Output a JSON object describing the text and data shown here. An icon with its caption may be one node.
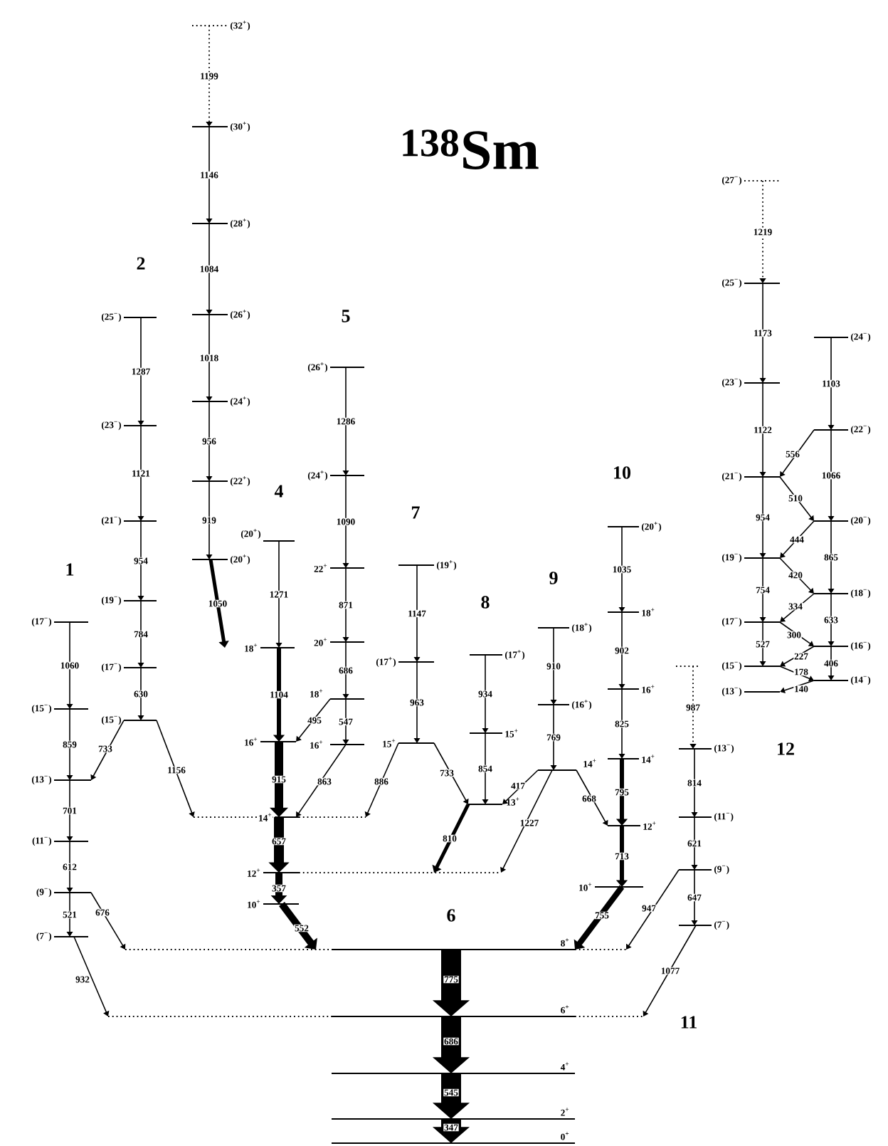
{
  "diagram": {
    "title": "$^{138}$Sm",
    "nodes": [
      {
        "text": [
          "(17$^{−}$)"
        ]
      },
      {
        "text": [
          "(15$^{−}$)"
        ]
      },
      {
        "text": [
          "(13$^{−}$)"
        ]
      },
      {
        "text": [
          "(11$^{−}$)"
        ]
      },
      {
        "text": [
          "(9$^{−}$)"
        ]
      },
      {
        "text": [
          "(7$^{−}$)"
        ]
      },
      {
        "text": [
          "(25$^{−}$)"
        ]
      },
      {
        "text": [
          "(23$^{−}$)"
        ]
      },
      {
        "text": [
          "(21$^{−}$)"
        ]
      },
      {
        "text": [
          "(19$^{−}$)"
        ]
      },
      {
        "text": [
          "(17$^{−}$)"
        ]
      },
      {
        "text": [
          "(15$^{−}$)"
        ]
      },
      {
        "text": [
          "(32$^{+}$)"
        ]
      },
      {
        "text": [
          "(30$^{+}$)"
        ]
      },
      {
        "text": [
          "(28$^{+}$)"
        ]
      },
      {
        "text": [
          "(26$^{+}$)"
        ]
      },
      {
        "text": [
          "(24$^{+}$)"
        ]
      },
      {
        "text": [
          "(22$^{+}$)"
        ]
      },
      {
        "text": [
          "(20$^{+}$)"
        ]
      },
      {
        "text": [
          "(20$^{+}$)"
        ]
      },
      {
        "text": [
          "18$^{+}$"
        ]
      },
      {
        "text": [
          "16$^{+}$"
        ]
      },
      {
        "text": [
          "14$^{+}$"
        ]
      },
      {
        "text": [
          "12$^{+}$"
        ]
      },
      {
        "text": [
          "10$^{+}$"
        ]
      },
      {
        "text": [
          "(26$^{+}$)"
        ]
      },
      {
        "text": [
          "(24$^{+}$)"
        ]
      },
      {
        "text": [
          "22$^{+}$"
        ]
      },
      {
        "text": [
          "20$^{+}$"
        ]
      },
      {
        "text": [
          "18$^{+}$"
        ]
      },
      {
        "text": [
          "16$^{+}$"
        ]
      },
      {
        "text": [
          "8$^{+}$"
        ]
      },
      {
        "text": [
          "6$^{+}$"
        ]
      },
      {
        "text": [
          "4$^{+}$"
        ]
      },
      {
        "text": [
          "2$^{+}$"
        ]
      },
      {
        "text": [
          "0$^{+}$"
        ]
      },
      {
        "text": [
          "(19$^{+}$)"
        ]
      },
      {
        "text": [
          "(17$^{+}$)"
        ]
      },
      {
        "text": [
          "15$^{+}$"
        ]
      },
      {
        "text": [
          "(17$^{+}$)"
        ]
      },
      {
        "text": [
          "15$^{+}$"
        ]
      },
      {
        "text": [
          "13$^{+}$"
        ]
      },
      {
        "text": [
          "(18$^{+}$)"
        ]
      },
      {
        "text": [
          "(16$^{+}$)"
        ]
      },
      {
        "text": [
          "14$^{+}$"
        ]
      },
      {
        "text": [
          "(20$^{+}$)"
        ]
      },
      {
        "text": [
          "18$^{+}$"
        ]
      },
      {
        "text": [
          "16$^{+}$"
        ]
      },
      {
        "text": [
          "14$^{+}$"
        ]
      },
      {
        "text": [
          "12$^{+}$"
        ]
      },
      {
        "text": [
          "10$^{+}$"
        ]
      },
      {
        "text": [
          "(13$^{−}$)"
        ]
      },
      {
        "text": [
          "(11$^{−}$)"
        ]
      },
      {
        "text": [
          "(9$^{−}$)"
        ]
      },
      {
        "text": [
          "(7$^{−}$)"
        ]
      },
      {
        "text": [
          "(27$^{−}$)"
        ]
      },
      {
        "text": [
          "(25$^{−}$)"
        ]
      },
      {
        "text": [
          "(23$^{−}$)"
        ]
      },
      {
        "text": [
          "(21$^{−}$)"
        ]
      },
      {
        "text": [
          "(19$^{−}$)"
        ]
      },
      {
        "text": [
          "(17$^{−}$)"
        ]
      },
      {
        "text": [
          "(15$^{−}$)"
        ]
      },
      {
        "text": [
          "(13$^{−}$)"
        ]
      },
      {
        "text": [
          "(24$^{−}$)"
        ]
      },
      {
        "text": [
          "(22$^{−}$)"
        ]
      },
      {
        "text": [
          "(20$^{−}$)"
        ]
      },
      {
        "text": [
          "(18$^{−}$)"
        ]
      },
      {
        "text": [
          "(16$^{−}$)"
        ]
      },
      {
        "text": [
          "(14$^{−}$)"
        ]
      }
    ],
    "edges": [
      {
        "from": 0,
        "to": 1,
        "arrow": "to",
        "label": "1060"
      },
      {
        "from": 1,
        "to": 2,
        "arrow": "to",
        "label": "859"
      },
      {
        "from": 2,
        "to": 3,
        "arrow": "to",
        "label": "701"
      },
      {
        "from": 3,
        "to": 4,
        "arrow": "to",
        "label": "612"
      },
      {
        "from": 4,
        "to": 5,
        "arrow": "to",
        "label": "521"
      },
      {
        "from": 5,
        "to": 32,
        "arrow": "to",
        "label": "932"
      },
      {
        "from": 4,
        "to": 31,
        "arrow": "to",
        "label": "676"
      },
      {
        "from": 6,
        "to": 7,
        "arrow": "to",
        "label": "1287"
      },
      {
        "from": 7,
        "to": 8,
        "arrow": "to",
        "label": "1121"
      },
      {
        "from": 8,
        "to": 9,
        "arrow": "to",
        "label": "954"
      },
      {
        "from": 9,
        "to": 10,
        "arrow": "to",
        "label": "784"
      },
      {
        "from": 10,
        "to": 11,
        "arrow": "to",
        "label": "630"
      },
      {
        "from": 11,
        "to": 2,
        "arrow": "to",
        "label": "733"
      },
      {
        "from": 11,
        "to": 22,
        "arrow": "to",
        "label": "1156"
      },
      {
        "from": 12,
        "to": 13,
        "arrow": "to",
        "label": "1199",
        "style": "dashed"
      },
      {
        "from": 13,
        "to": 14,
        "arrow": "to",
        "label": "1146"
      },
      {
        "from": 14,
        "to": 15,
        "arrow": "to",
        "label": "1084"
      },
      {
        "from": 15,
        "to": 16,
        "arrow": "to",
        "label": "1018"
      },
      {
        "from": 16,
        "to": 17,
        "arrow": "to",
        "label": "956"
      },
      {
        "from": 17,
        "to": 18,
        "arrow": "to",
        "label": "919"
      },
      {
        "from": 18,
        "to": 20,
        "arrow": "to",
        "label": "1050",
        "style": "thick"
      },
      {
        "from": 19,
        "to": 20,
        "arrow": "to",
        "label": "1271"
      },
      {
        "from": 20,
        "to": 21,
        "arrow": "to",
        "label": "1104",
        "style": "thick"
      },
      {
        "from": 21,
        "to": 22,
        "arrow": "to",
        "label": "915",
        "style": "thick"
      },
      {
        "from": 22,
        "to": 23,
        "arrow": "to",
        "label": "657",
        "style": "thick"
      },
      {
        "from": 23,
        "to": 24,
        "arrow": "to",
        "label": "357",
        "style": "thick"
      },
      {
        "from": 24,
        "to": 31,
        "arrow": "to",
        "label": "552",
        "style": "thick"
      },
      {
        "from": 25,
        "to": 26,
        "arrow": "to",
        "label": "1286"
      },
      {
        "from": 26,
        "to": 27,
        "arrow": "to",
        "label": "1090"
      },
      {
        "from": 27,
        "to": 28,
        "arrow": "to",
        "label": "871"
      },
      {
        "from": 28,
        "to": 29,
        "arrow": "to",
        "label": "686"
      },
      {
        "from": 29,
        "to": 30,
        "arrow": "to",
        "label": "547"
      },
      {
        "from": 29,
        "to": 21,
        "arrow": "to",
        "label": "495"
      },
      {
        "from": 30,
        "to": 22,
        "arrow": "to",
        "label": "863"
      },
      {
        "from": 31,
        "to": 32,
        "arrow": "to",
        "label": "775",
        "style": "thick"
      },
      {
        "from": 32,
        "to": 33,
        "arrow": "to",
        "label": "686",
        "style": "thick"
      },
      {
        "from": 33,
        "to": 34,
        "arrow": "to",
        "label": "545",
        "style": "thick"
      },
      {
        "from": 34,
        "to": 35,
        "arrow": "to",
        "label": "347",
        "style": "thick"
      },
      {
        "from": 36,
        "to": 37,
        "arrow": "to",
        "label": "1147"
      },
      {
        "from": 37,
        "to": 38,
        "arrow": "to",
        "label": "963"
      },
      {
        "from": 38,
        "to": 22,
        "arrow": "to",
        "label": "886"
      },
      {
        "from": 38,
        "to": 41,
        "arrow": "to",
        "label": "733"
      },
      {
        "from": 39,
        "to": 40,
        "arrow": "to",
        "label": "934"
      },
      {
        "from": 40,
        "to": 41,
        "arrow": "to",
        "label": "854"
      },
      {
        "from": 41,
        "to": 23,
        "arrow": "to",
        "label": "810",
        "style": "thick"
      },
      {
        "from": 42,
        "to": 43,
        "arrow": "to",
        "label": "910"
      },
      {
        "from": 43,
        "to": 44,
        "arrow": "to",
        "label": "769"
      },
      {
        "from": 44,
        "to": 41,
        "arrow": "to",
        "label": "417"
      },
      {
        "from": 44,
        "to": 23,
        "arrow": "to",
        "label": "1227"
      },
      {
        "from": 44,
        "to": 49,
        "arrow": "to",
        "label": "668"
      },
      {
        "from": 45,
        "to": 46,
        "arrow": "to",
        "label": "1035"
      },
      {
        "from": 46,
        "to": 47,
        "arrow": "to",
        "label": "902"
      },
      {
        "from": 47,
        "to": 48,
        "arrow": "to",
        "label": "825"
      },
      {
        "from": 48,
        "to": 49,
        "arrow": "to",
        "label": "795",
        "style": "thick"
      },
      {
        "from": 49,
        "to": 50,
        "arrow": "to",
        "label": "713",
        "style": "thick"
      },
      {
        "from": 50,
        "to": 31,
        "arrow": "to",
        "label": "755",
        "style": "thick"
      },
      {
        "from": 61,
        "to": 51,
        "arrow": "to",
        "label": "987",
        "style": "dashed"
      },
      {
        "from": 51,
        "to": 52,
        "arrow": "to",
        "label": "814"
      },
      {
        "from": 52,
        "to": 53,
        "arrow": "to",
        "label": "621"
      },
      {
        "from": 53,
        "to": 54,
        "arrow": "to",
        "label": "647"
      },
      {
        "from": 53,
        "to": 31,
        "arrow": "to",
        "label": "947"
      },
      {
        "from": 54,
        "to": 32,
        "arrow": "to",
        "label": "1077"
      },
      {
        "from": 55,
        "to": 56,
        "arrow": "to",
        "label": "1219",
        "style": "dashed"
      },
      {
        "from": 56,
        "to": 57,
        "arrow": "to",
        "label": "1173"
      },
      {
        "from": 57,
        "to": 58,
        "arrow": "to",
        "label": "1122"
      },
      {
        "from": 58,
        "to": 59,
        "arrow": "to",
        "label": "954"
      },
      {
        "from": 59,
        "to": 60,
        "arrow": "to",
        "label": "754"
      },
      {
        "from": 60,
        "to": 61,
        "arrow": "to",
        "label": "527"
      },
      {
        "from": 63,
        "to": 64,
        "arrow": "to",
        "label": "1103"
      },
      {
        "from": 64,
        "to": 65,
        "arrow": "to",
        "label": "1066"
      },
      {
        "from": 65,
        "to": 66,
        "arrow": "to",
        "label": "865"
      },
      {
        "from": 66,
        "to": 67,
        "arrow": "to",
        "label": "633"
      },
      {
        "from": 67,
        "to": 68,
        "arrow": "to",
        "label": "406"
      },
      {
        "from": 64,
        "to": 58,
        "arrow": "to",
        "label": "556"
      },
      {
        "from": 58,
        "to": 65,
        "arrow": "to",
        "label": "510"
      },
      {
        "from": 65,
        "to": 59,
        "arrow": "to",
        "label": "444"
      },
      {
        "from": 59,
        "to": 66,
        "arrow": "to",
        "label": "420"
      },
      {
        "from": 66,
        "to": 60,
        "arrow": "to",
        "label": "334"
      },
      {
        "from": 60,
        "to": 67,
        "arrow": "to",
        "label": "300"
      },
      {
        "from": 67,
        "to": 61,
        "arrow": "to",
        "label": "227"
      },
      {
        "from": 61,
        "to": 68,
        "arrow": "to",
        "label": "178"
      },
      {
        "from": 68,
        "to": 62,
        "arrow": "to",
        "label": "140"
      }
    ],
    "labels": [
      "2",
      "5",
      "10",
      "4",
      "7",
      "1",
      "9",
      "8",
      "12",
      "6",
      "11"
    ]
  }
}
